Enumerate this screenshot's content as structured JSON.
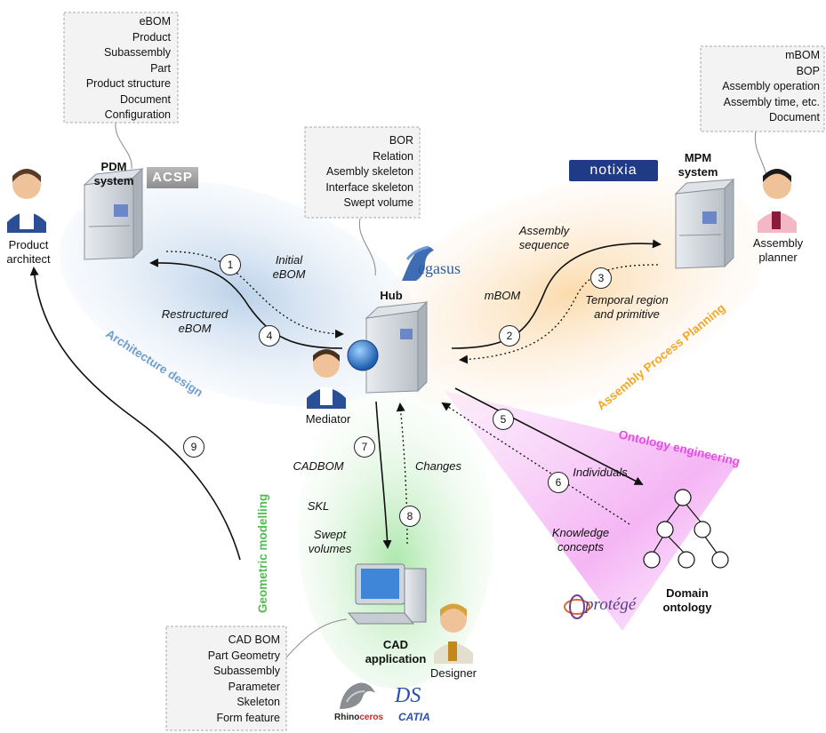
{
  "notes": {
    "pdm": [
      "eBOM",
      "Product",
      "Subassembly",
      "Part",
      "Product structure",
      "Document",
      "Configuration"
    ],
    "hub": [
      "BOR",
      "Relation",
      "Asembly skeleton",
      "Interface skeleton",
      "Swept volume"
    ],
    "mpm": [
      "mBOM",
      "BOP",
      "Assembly operation",
      "Assembly time, etc.",
      "Document"
    ],
    "cad": [
      "CAD BOM",
      "Part Geometry",
      "Subassembly",
      "Parameter",
      "Skeleton",
      "Form feature"
    ]
  },
  "actors": {
    "product_architect": [
      "Product",
      "architect"
    ],
    "assembly_planner": [
      "Assembly",
      "planner"
    ],
    "mediator": "Mediator",
    "designer": "Designer"
  },
  "systems": {
    "pdm": [
      "PDM",
      "system"
    ],
    "mpm": [
      "MPM",
      "system"
    ],
    "hub": "Hub",
    "cad": [
      "CAD",
      "application"
    ],
    "ontology": [
      "Domain",
      "ontology"
    ]
  },
  "domains": {
    "architecture": "Architecture design",
    "assembly": "Assembly Process Planning",
    "ontology": "Ontology engineering",
    "geometric": "Geometric modelling"
  },
  "flows": {
    "initial_ebom": [
      "Initial",
      "eBOM"
    ],
    "restructured_ebom": [
      "Restructured",
      "eBOM"
    ],
    "assembly_sequence": [
      "Assembly",
      "sequence"
    ],
    "mbom": "mBOM",
    "temporal": [
      "Temporal region",
      "and primitive"
    ],
    "individuals": "Individuals",
    "knowledge": [
      "Knowledge",
      "concepts"
    ],
    "cadbom": "CADBOM",
    "skl": "SKL",
    "swept": [
      "Swept",
      "volumes"
    ],
    "changes": "Changes"
  },
  "step_numbers": [
    "1",
    "2",
    "3",
    "4",
    "5",
    "6",
    "7",
    "8",
    "9"
  ],
  "logos": {
    "acsp": "ACSP",
    "notixia": "notixia",
    "pegasus": "egasus",
    "protege": "protégé",
    "rhino_a": "Rhino",
    "rhino_b": "ceros",
    "catia": "CATIA",
    "ds": "DS"
  },
  "colors": {
    "architecture": "#6f9fd0",
    "assembly": "#f5a623",
    "ontology": "#e64ce6",
    "geometric": "#4cbf4c",
    "arrow": "#111111"
  }
}
